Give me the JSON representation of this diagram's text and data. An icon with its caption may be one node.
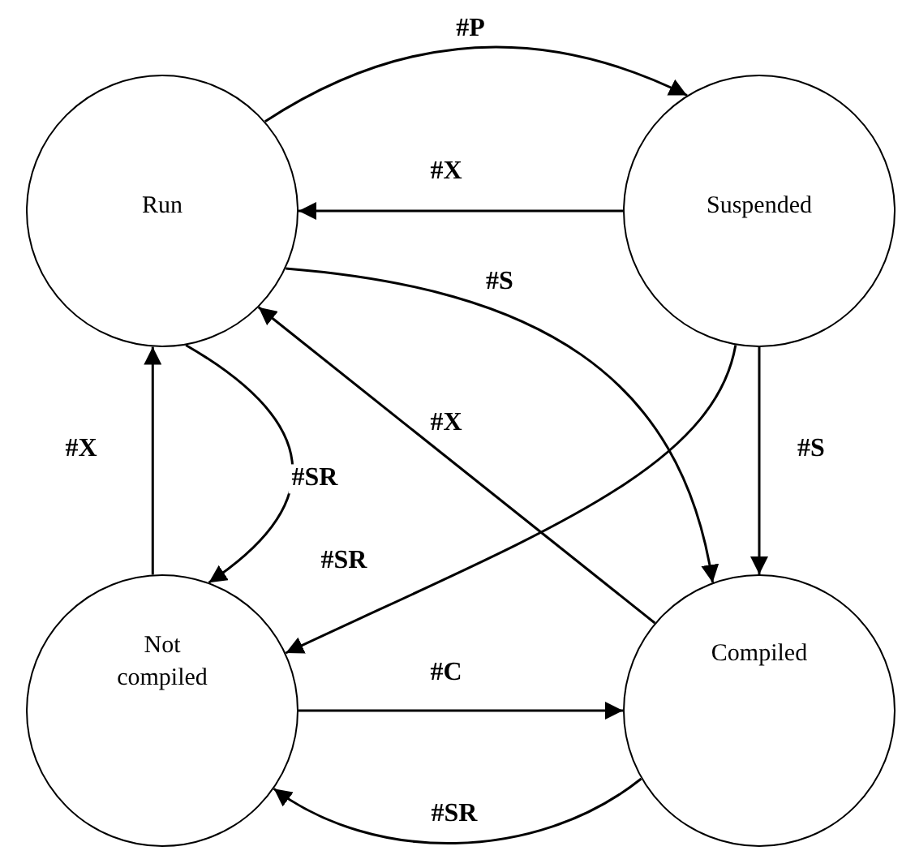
{
  "diagram": {
    "nodes": [
      {
        "text": [
          "Run"
        ]
      },
      {
        "text": [
          "Suspended"
        ]
      },
      {
        "text": [
          "Not compiled"
        ]
      },
      {
        "text": [
          "Compiled"
        ]
      }
    ],
    "edges": [
      {
        "from": 0,
        "to": 1,
        "arrow": "to",
        "label": "#P"
      },
      {
        "from": 1,
        "to": 0,
        "arrow": "to",
        "label": "#X"
      },
      {
        "from": 0,
        "to": 3,
        "arrow": "to",
        "label": "#S"
      },
      {
        "from": 1,
        "to": 2,
        "arrow": "to",
        "label": "#SR"
      },
      {
        "from": 1,
        "to": 3,
        "arrow": "to",
        "label": "#S"
      },
      {
        "from": 3,
        "to": 0,
        "arrow": "to",
        "label": "#X"
      },
      {
        "from": 2,
        "to": 0,
        "arrow": "to",
        "label": "#X"
      },
      {
        "from": 0,
        "to": 2,
        "arrow": "to",
        "label": "#SR"
      },
      {
        "from": 2,
        "to": 3,
        "arrow": "to",
        "label": "#C"
      },
      {
        "from": 3,
        "to": 2,
        "arrow": "to",
        "label": "#SR"
      }
    ]
  }
}
